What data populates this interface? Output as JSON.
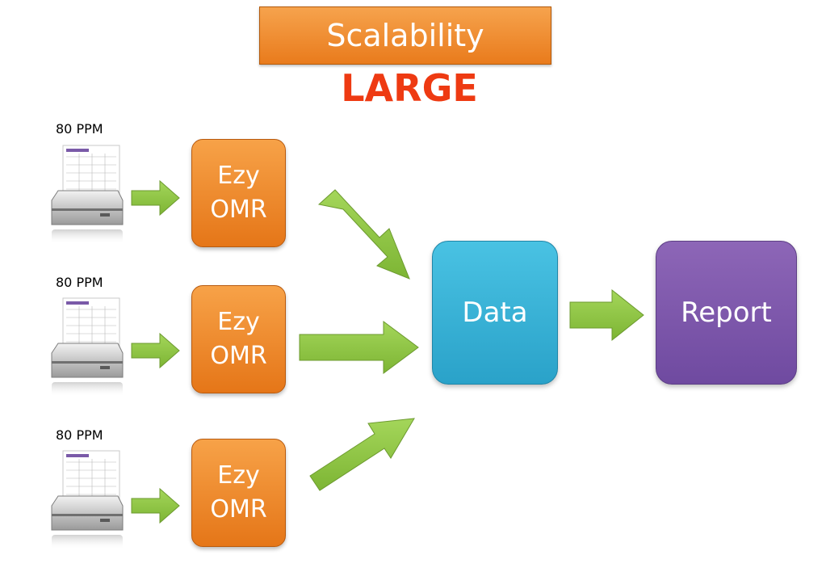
{
  "title": "Scalability",
  "subtitle": "LARGE",
  "rows": [
    {
      "speed": "80 PPM",
      "processor": {
        "line1": "Ezy",
        "line2": "OMR"
      }
    },
    {
      "speed": "80 PPM",
      "processor": {
        "line1": "Ezy",
        "line2": "OMR"
      }
    },
    {
      "speed": "80 PPM",
      "processor": {
        "line1": "Ezy",
        "line2": "OMR"
      }
    }
  ],
  "data_node": "Data",
  "report_node": "Report",
  "colors": {
    "title_orange": "#f08c2e",
    "subtitle_red": "#ee3a12",
    "omr_orange": "#ef8a2a",
    "arrow_green": "#8cc63f",
    "data_blue": "#35b3d8",
    "report_purple": "#7e58ab"
  },
  "icons": [
    "document-scanner-icon",
    "flow-arrow-icon"
  ]
}
